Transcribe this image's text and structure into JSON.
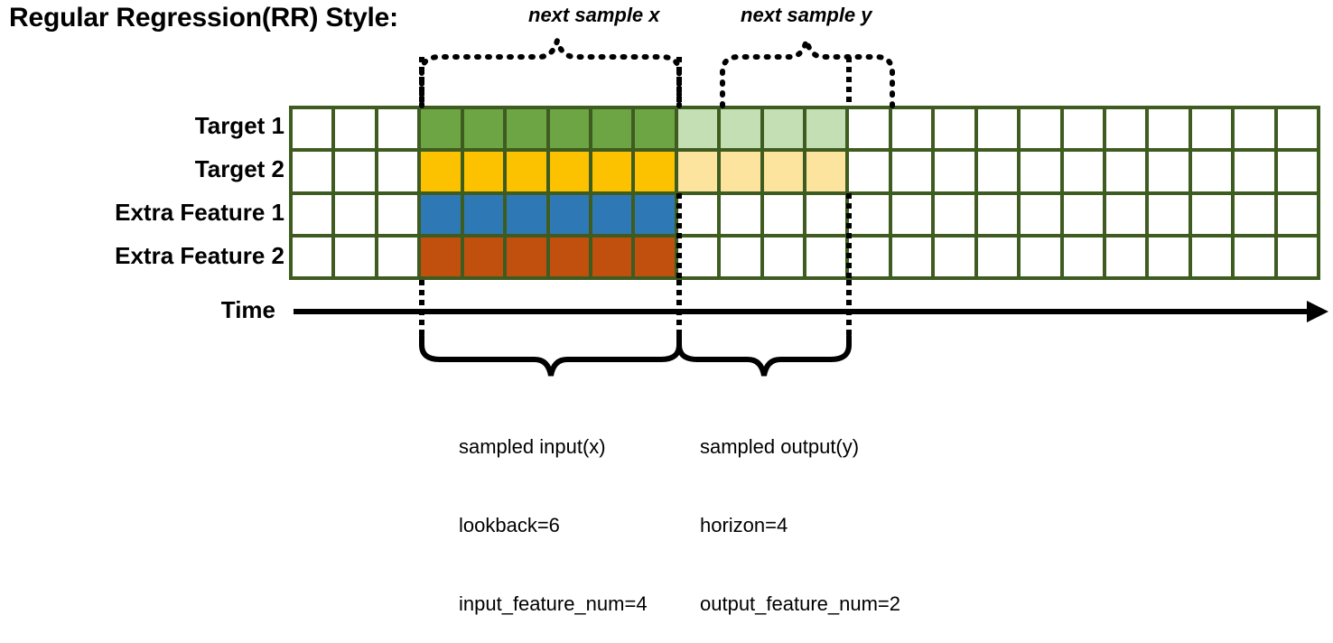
{
  "title": "Regular Regression(RR) Style:",
  "row_labels": [
    "Target 1",
    "Target 2",
    "Extra Feature 1",
    "Extra Feature 2"
  ],
  "time_axis": {
    "label": "Time",
    "arrow_icon": "arrow-right-icon"
  },
  "top_annotations": {
    "next_sample_x": "next sample x",
    "next_sample_y": "next sample y"
  },
  "bottom_annotations": {
    "input": {
      "title": "sampled input(x)",
      "line2": "lookback=6",
      "line3": "input_feature_num=4"
    },
    "output": {
      "title": "sampled output(y)",
      "line2": "horizon=4",
      "line3": "output_feature_num=2"
    }
  },
  "colors": {
    "grid_border": "#3f5c20",
    "target1_input": "#6DA544",
    "target1_output": "#C5DFB4",
    "target2_input": "#FCC200",
    "target2_output": "#FCE49E",
    "extra_feature1": "#2E79B5",
    "extra_feature2": "#C1500F",
    "empty": "#FFFFFF",
    "line": "#000000"
  },
  "chart_data": {
    "type": "heatmap",
    "title": "Regular Regression(RR) Style:",
    "total_columns": 24,
    "total_rows": 4,
    "input_start_col": 4,
    "input_end_col": 9,
    "output_start_col": 10,
    "output_end_col": 13,
    "lookback": 6,
    "horizon": 4,
    "input_feature_num": 4,
    "output_feature_num": 2,
    "rows": [
      {
        "name": "Target 1",
        "fills": [
          "#FFFFFF",
          "#FFFFFF",
          "#FFFFFF",
          "#6DA544",
          "#6DA544",
          "#6DA544",
          "#6DA544",
          "#6DA544",
          "#6DA544",
          "#C5DFB4",
          "#C5DFB4",
          "#C5DFB4",
          "#C5DFB4",
          "#FFFFFF",
          "#FFFFFF",
          "#FFFFFF",
          "#FFFFFF",
          "#FFFFFF",
          "#FFFFFF",
          "#FFFFFF",
          "#FFFFFF",
          "#FFFFFF",
          "#FFFFFF",
          "#FFFFFF"
        ]
      },
      {
        "name": "Target 2",
        "fills": [
          "#FFFFFF",
          "#FFFFFF",
          "#FFFFFF",
          "#FCC200",
          "#FCC200",
          "#FCC200",
          "#FCC200",
          "#FCC200",
          "#FCC200",
          "#FCE49E",
          "#FCE49E",
          "#FCE49E",
          "#FCE49E",
          "#FFFFFF",
          "#FFFFFF",
          "#FFFFFF",
          "#FFFFFF",
          "#FFFFFF",
          "#FFFFFF",
          "#FFFFFF",
          "#FFFFFF",
          "#FFFFFF",
          "#FFFFFF",
          "#FFFFFF"
        ]
      },
      {
        "name": "Extra Feature 1",
        "fills": [
          "#FFFFFF",
          "#FFFFFF",
          "#FFFFFF",
          "#2E79B5",
          "#2E79B5",
          "#2E79B5",
          "#2E79B5",
          "#2E79B5",
          "#2E79B5",
          "#FFFFFF",
          "#FFFFFF",
          "#FFFFFF",
          "#FFFFFF",
          "#FFFFFF",
          "#FFFFFF",
          "#FFFFFF",
          "#FFFFFF",
          "#FFFFFF",
          "#FFFFFF",
          "#FFFFFF",
          "#FFFFFF",
          "#FFFFFF",
          "#FFFFFF",
          "#FFFFFF"
        ]
      },
      {
        "name": "Extra Feature 2",
        "fills": [
          "#FFFFFF",
          "#FFFFFF",
          "#FFFFFF",
          "#C1500F",
          "#C1500F",
          "#C1500F",
          "#C1500F",
          "#C1500F",
          "#C1500F",
          "#FFFFFF",
          "#FFFFFF",
          "#FFFFFF",
          "#FFFFFF",
          "#FFFFFF",
          "#FFFFFF",
          "#FFFFFF",
          "#FFFFFF",
          "#FFFFFF",
          "#FFFFFF",
          "#FFFFFF",
          "#FFFFFF",
          "#FFFFFF",
          "#FFFFFF",
          "#FFFFFF"
        ]
      }
    ]
  }
}
